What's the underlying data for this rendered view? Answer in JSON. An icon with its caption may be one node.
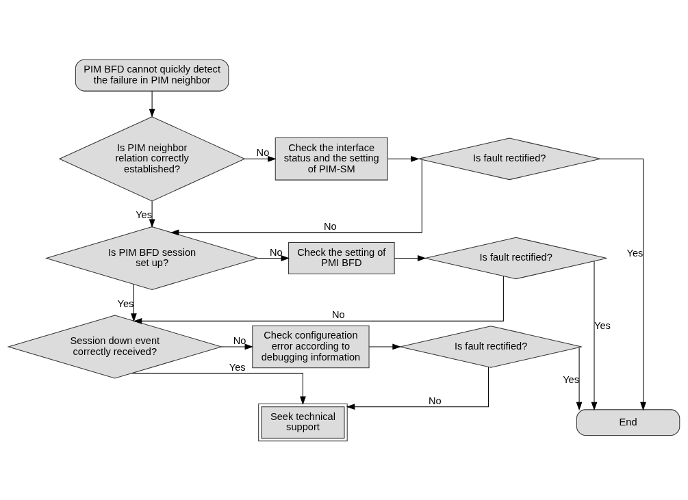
{
  "diagram": {
    "nodes": [
      {
        "text": [
          "PIM BFD cannot quickly detect the failure in PIM neighbor"
        ]
      },
      {
        "text": [
          "Is PIM neighbor relation correctly established?"
        ]
      },
      {
        "text": [
          "Check the interface status and the setting of PIM-SM"
        ]
      },
      {
        "text": [
          "Is fault rectified?"
        ]
      },
      {
        "text": [
          "Is PIM BFD session set up?"
        ]
      },
      {
        "text": [
          "Check the setting of PMI BFD"
        ]
      },
      {
        "text": [
          "Is fault rectified?"
        ]
      },
      {
        "text": [
          "Session down event correctly received?"
        ]
      },
      {
        "text": [
          "Check configureation error according to debugging information"
        ]
      },
      {
        "text": [
          "Is fault rectified?"
        ]
      },
      {
        "text": [
          "Seek technical support"
        ]
      },
      {
        "text": [
          "End"
        ]
      }
    ],
    "edges": [
      {
        "from": 0,
        "to": 1,
        "arrow": "to"
      },
      {
        "from": 1,
        "to": 2,
        "arrow": "to",
        "label": "No"
      },
      {
        "from": 2,
        "to": 3,
        "arrow": "to"
      },
      {
        "from": 3,
        "to": 11,
        "arrow": "to",
        "label": "Yes"
      },
      {
        "from": 3,
        "to": 4,
        "arrow": "to",
        "label": "No"
      },
      {
        "from": 1,
        "to": 4,
        "arrow": "to",
        "label": "Yes"
      },
      {
        "from": 4,
        "to": 5,
        "arrow": "to",
        "label": "No"
      },
      {
        "from": 5,
        "to": 6,
        "arrow": "to"
      },
      {
        "from": 6,
        "to": 11,
        "arrow": "to",
        "label": "Yes"
      },
      {
        "from": 6,
        "to": 7,
        "arrow": "to",
        "label": "No"
      },
      {
        "from": 4,
        "to": 7,
        "arrow": "to",
        "label": "Yes"
      },
      {
        "from": 7,
        "to": 8,
        "arrow": "to",
        "label": "No"
      },
      {
        "from": 8,
        "to": 9,
        "arrow": "to"
      },
      {
        "from": 9,
        "to": 11,
        "arrow": "to",
        "label": "Yes"
      },
      {
        "from": 9,
        "to": 10,
        "arrow": "to",
        "label": "No"
      },
      {
        "from": 7,
        "to": 10,
        "arrow": "to",
        "label": "Yes"
      }
    ]
  }
}
